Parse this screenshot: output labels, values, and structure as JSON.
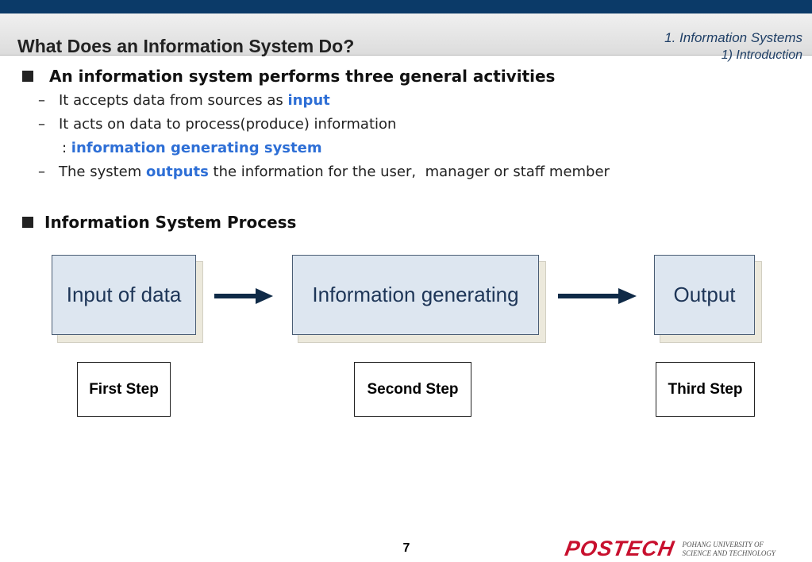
{
  "header": {
    "title": "What Does an Information System Do?",
    "section_line1": "1. Information Systems",
    "section_line2": "1) Introduction"
  },
  "bullet1": {
    "heading": "An information system performs three general activities",
    "item1_prefix": "It accepts data from sources as ",
    "item1_highlight": "input",
    "item2_text": "It acts on data to process(produce) information",
    "item2_cont_prefix": ": ",
    "item2_cont_highlight": "information generating system",
    "item3_prefix": "The system ",
    "item3_highlight": "outputs",
    "item3_suffix": " the information for the user,  manager or staff member",
    "dash": "–"
  },
  "bullet2": {
    "heading": "Information System Process"
  },
  "process": {
    "boxes": [
      "Input of data",
      "Information generating",
      "Output"
    ],
    "steps": [
      "First Step",
      "Second Step",
      "Third Step"
    ]
  },
  "footer": {
    "page_number": "7",
    "logo_text": "POSTECH",
    "logo_sub_line1": "POHANG UNIVERSITY OF",
    "logo_sub_line2": "SCIENCE AND TECHNOLOGY"
  },
  "colors": {
    "accent": "#2e6fd6",
    "header_bar": "#0b3a68",
    "box_fill": "#dde6f0",
    "arrow": "#0f2a47",
    "logo": "#c8102e"
  }
}
